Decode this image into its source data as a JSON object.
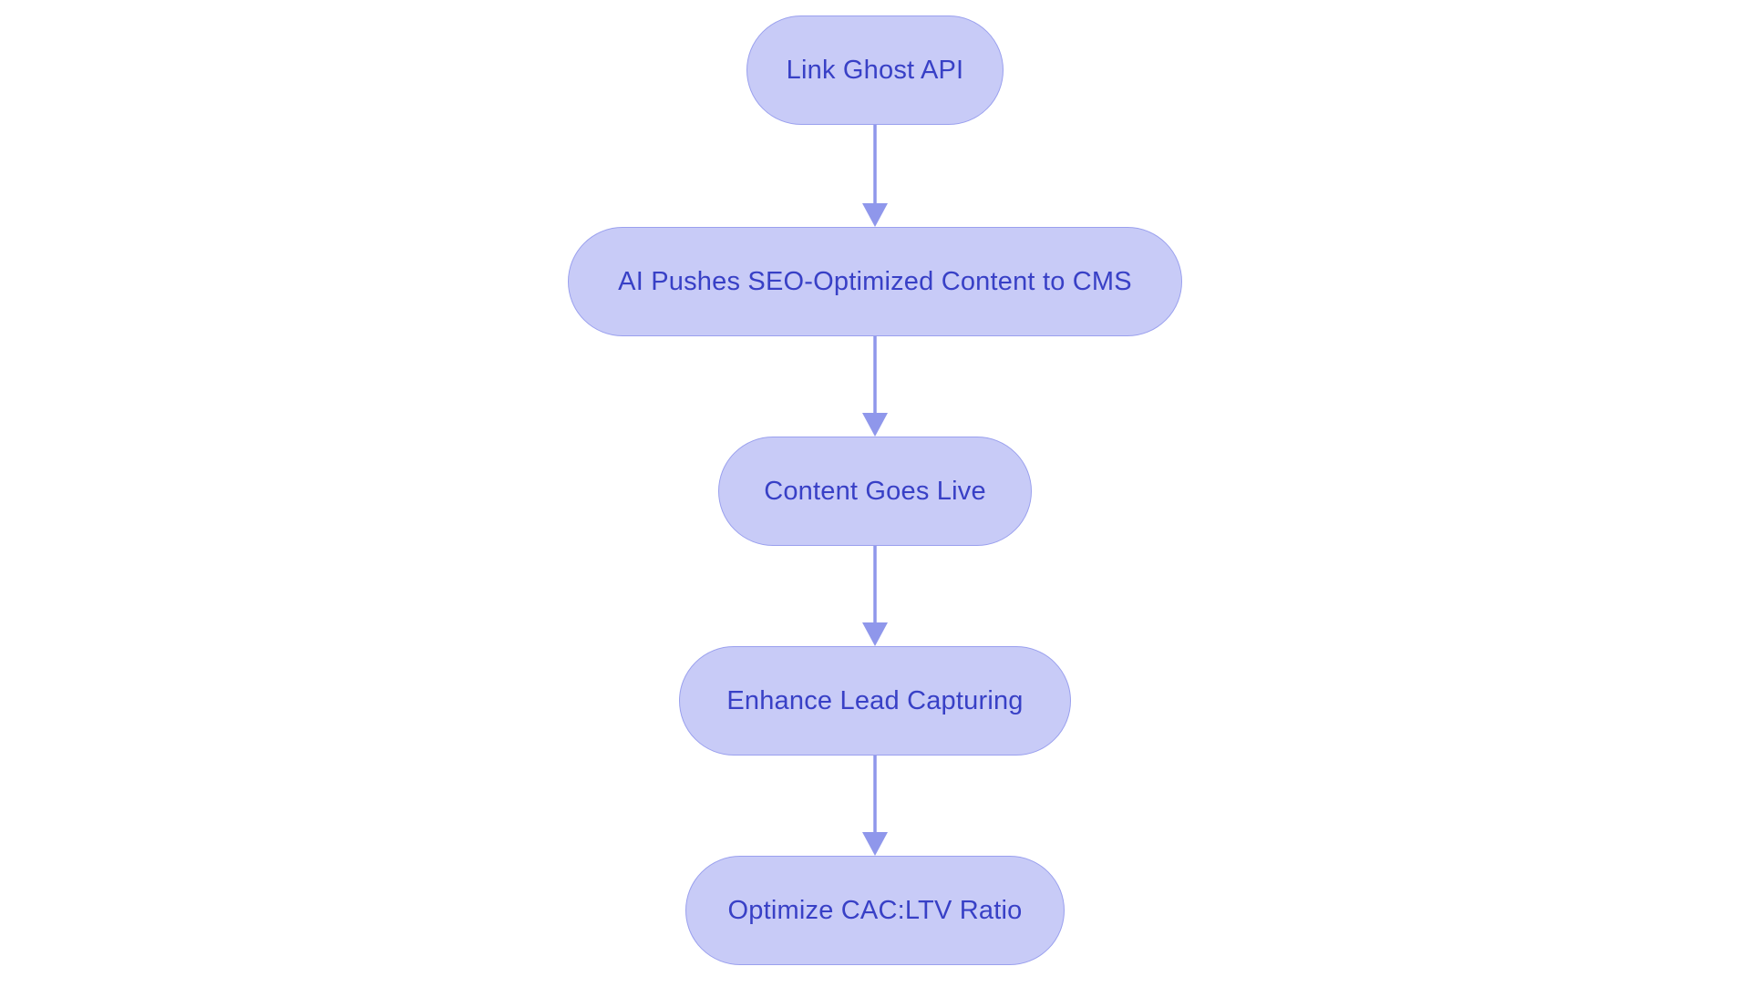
{
  "diagram": {
    "type": "flowchart",
    "direction": "top-down",
    "colors": {
      "background": "#ffffff",
      "node_fill": "#c8cbf7",
      "node_border": "#9aa0ee",
      "node_text": "#3840c6",
      "arrow": "#8f97eb"
    },
    "nodes": [
      {
        "id": "n1",
        "shape": "stadium",
        "label": "Link Ghost API"
      },
      {
        "id": "n2",
        "shape": "stadium",
        "label": "AI Pushes SEO-Optimized Content to CMS"
      },
      {
        "id": "n3",
        "shape": "stadium",
        "label": "Content Goes Live"
      },
      {
        "id": "n4",
        "shape": "stadium",
        "label": "Enhance Lead Capturing"
      },
      {
        "id": "n5",
        "shape": "stadium",
        "label": "Optimize CAC:LTV Ratio"
      }
    ],
    "edges": [
      {
        "from": "n1",
        "to": "n2",
        "style": "arrow-down"
      },
      {
        "from": "n2",
        "to": "n3",
        "style": "arrow-down"
      },
      {
        "from": "n3",
        "to": "n4",
        "style": "arrow-down"
      },
      {
        "from": "n4",
        "to": "n5",
        "style": "arrow-down"
      }
    ]
  }
}
